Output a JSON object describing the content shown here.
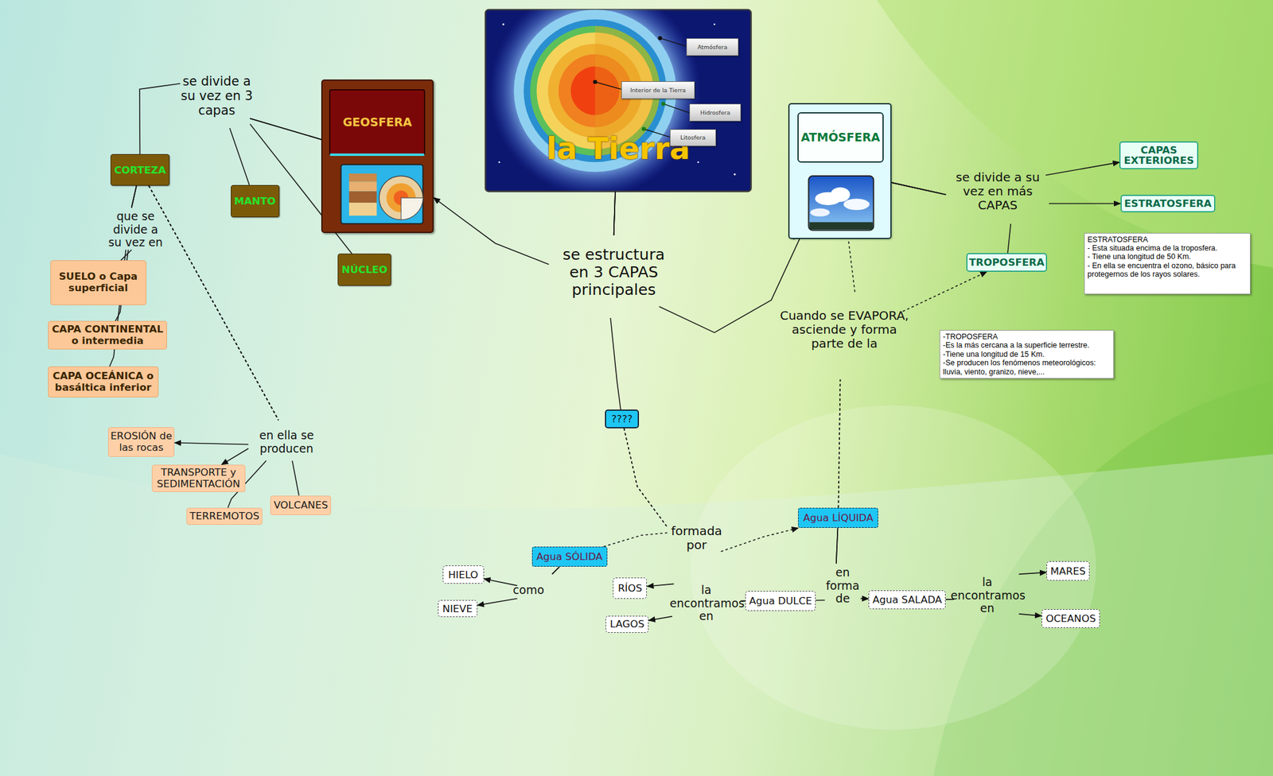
{
  "diagram": {
    "nodes": [
      {
        "text": [
          "la Tierra"
        ]
      },
      {
        "text": [
          "Atmósfera"
        ],
        "in": 0
      },
      {
        "text": [
          "Interior de la Tierra"
        ],
        "in": 0
      },
      {
        "text": [
          "Hidrosfera"
        ],
        "in": 0
      },
      {
        "text": [
          "Litosfera"
        ],
        "in": 0
      },
      {
        "text": [
          "GEOSFERA"
        ]
      },
      {
        "text": [
          "ATMÓSFERA"
        ]
      },
      {
        "text": [
          "CORTEZA"
        ]
      },
      {
        "text": [
          "MANTO"
        ]
      },
      {
        "text": [
          "NÚCLEO"
        ]
      },
      {
        "text": [
          "SUELO o Capa superficial"
        ]
      },
      {
        "text": [
          "CAPA CONTINENTAL o intermedia"
        ]
      },
      {
        "text": [
          "CAPA OCEÁNICA o basáltica inferior"
        ]
      },
      {
        "text": [
          "EROSIÓN de las rocas"
        ]
      },
      {
        "text": [
          "TRANSPORTE y SEDIMENTACIÓN"
        ]
      },
      {
        "text": [
          "TERREMOTOS"
        ]
      },
      {
        "text": [
          "VOLCANES"
        ]
      },
      {
        "text": [
          "CAPAS EXTERIORES"
        ]
      },
      {
        "text": [
          "ESTRATOSFERA"
        ]
      },
      {
        "text": [
          "TROPOSFERA"
        ]
      },
      {
        "text": [
          "ESTRATOSFERA",
          "- Esta situada encima de la troposfera.",
          "- Tiene una longitud de 50 Km.",
          "- En ella se encuentra el ozono, básico para protegernos de los rayos solares."
        ]
      },
      {
        "text": [
          "-TROPOSFERA",
          "-Es la más cercana a la superficie terrestre.",
          "-Tiene una longitud de 15 Km.",
          "-Se producen los fenómenos meteorológicos: lluvia, viento, granizo, nieve,..."
        ]
      },
      {
        "text": [
          "????"
        ]
      },
      {
        "text": [
          "Agua SÓLIDA"
        ]
      },
      {
        "text": [
          "Agua LÍQUIDA"
        ]
      },
      {
        "text": [
          "HIELO"
        ]
      },
      {
        "text": [
          "NIEVE"
        ]
      },
      {
        "text": [
          "RÍOS"
        ]
      },
      {
        "text": [
          "LAGOS"
        ]
      },
      {
        "text": [
          "Agua DULCE"
        ]
      },
      {
        "text": [
          "Agua SALADA"
        ]
      },
      {
        "text": [
          "MARES"
        ]
      },
      {
        "text": [
          "OCEANOS"
        ]
      }
    ],
    "edges": [
      {
        "from": 0,
        "to": 5,
        "arrow": "to"
      },
      {
        "from": 0,
        "to": 6,
        "arrow": "to"
      },
      {
        "from": 0,
        "to": 22,
        "arrow": "none"
      },
      {
        "from": 5,
        "to": 7,
        "arrow": "none"
      },
      {
        "from": 5,
        "to": 8,
        "arrow": "none"
      },
      {
        "from": 5,
        "to": 9,
        "arrow": "none"
      },
      {
        "from": 7,
        "to": 10,
        "arrow": "none"
      },
      {
        "from": 7,
        "to": 11,
        "arrow": "none"
      },
      {
        "from": 7,
        "to": 12,
        "arrow": "none"
      },
      {
        "from": 7,
        "to": 13,
        "arrow": "to"
      },
      {
        "from": 7,
        "to": 14,
        "arrow": "to"
      },
      {
        "from": 7,
        "to": 15,
        "arrow": "none"
      },
      {
        "from": 7,
        "to": 16,
        "arrow": "none"
      },
      {
        "from": 6,
        "to": 17,
        "arrow": "to"
      },
      {
        "from": 6,
        "to": 18,
        "arrow": "to"
      },
      {
        "from": 6,
        "to": 19,
        "arrow": "none"
      },
      {
        "from": 24,
        "to": 6,
        "arrow": "none"
      },
      {
        "from": 24,
        "to": 19,
        "arrow": "to"
      },
      {
        "from": 22,
        "to": 23,
        "arrow": "none"
      },
      {
        "from": 22,
        "to": 24,
        "arrow": "to"
      },
      {
        "from": 23,
        "to": 25,
        "arrow": "to"
      },
      {
        "from": 23,
        "to": 26,
        "arrow": "to"
      },
      {
        "from": 24,
        "to": 29,
        "arrow": "none"
      },
      {
        "from": 24,
        "to": 30,
        "arrow": "to"
      },
      {
        "from": 29,
        "to": 27,
        "arrow": "to"
      },
      {
        "from": 29,
        "to": 28,
        "arrow": "to"
      },
      {
        "from": 30,
        "to": 31,
        "arrow": "to"
      },
      {
        "from": 30,
        "to": 32,
        "arrow": "to"
      }
    ],
    "labels": [
      "se divide a su vez en 3 capas",
      "que se divide a su vez en",
      "en ella se producen",
      "se estructura en 3 CAPAS principales",
      "se divide a su vez en más CAPAS",
      "Cuando se EVAPORA, asciende y forma parte de la",
      "formada por",
      "como",
      "en forma de",
      "la encontramos en",
      "la encontramos en"
    ]
  }
}
